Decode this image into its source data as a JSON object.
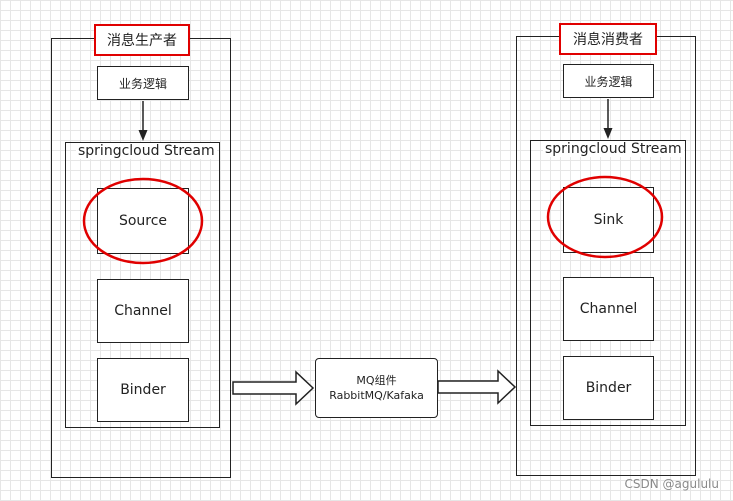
{
  "producer": {
    "title": "消息生产者",
    "logic": "业务逻辑",
    "stream": "springcloud Stream",
    "components": [
      "Source",
      "Channel",
      "Binder"
    ]
  },
  "middleware": {
    "line1": "MQ组件",
    "line2": "RabbitMQ/Kafaka"
  },
  "consumer": {
    "title": "消息消费者",
    "logic": "业务逻辑",
    "stream": "springcloud Stream",
    "components": [
      "Sink",
      "Channel",
      "Binder"
    ]
  },
  "watermark": "CSDN @agululu",
  "colors": {
    "highlight": "#e00000",
    "stroke": "#222222"
  }
}
